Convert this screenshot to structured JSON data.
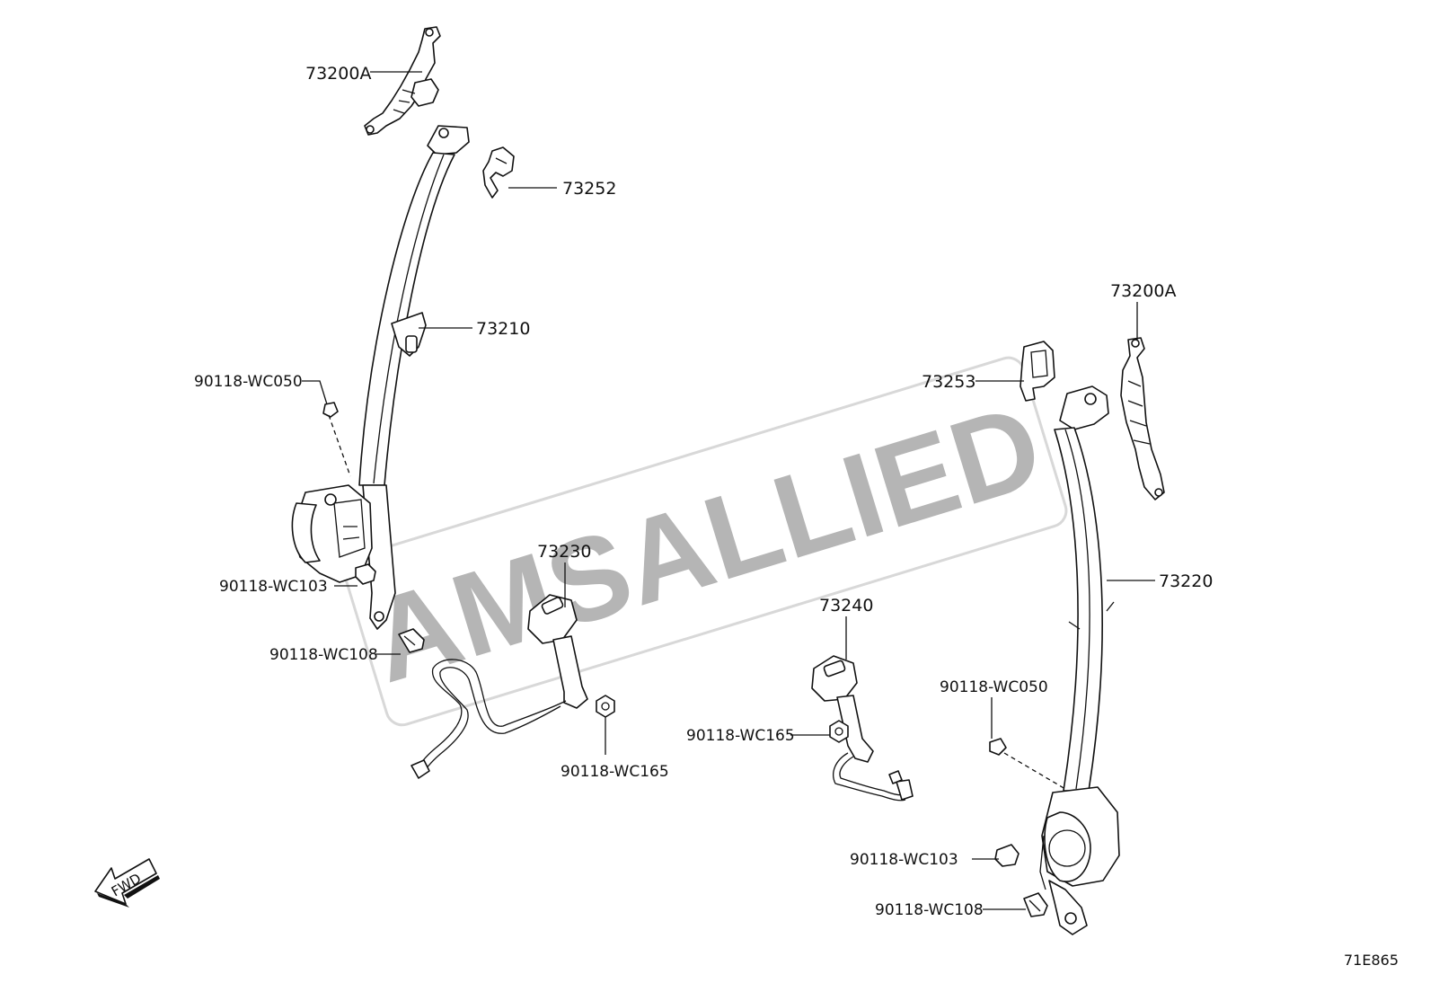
{
  "watermark": "AMSALLIED",
  "diagram_id": "71E865",
  "fwd_label": "FWD",
  "labels": {
    "l73200A_left": "73200A",
    "l73252": "73252",
    "l73210": "73210",
    "l90118_WC050_left": "90118-WC050",
    "l90118_WC103_left": "90118-WC103",
    "l90118_WC108_left": "90118-WC108",
    "l73230": "73230",
    "l90118_WC165_left": "90118-WC165",
    "l73240": "73240",
    "l90118_WC165_mid": "90118-WC165",
    "l73200A_right": "73200A",
    "l73253": "73253",
    "l73220": "73220",
    "l90118_WC050_right": "90118-WC050",
    "l90118_WC103_right": "90118-WC103",
    "l90118_WC108_right": "90118-WC108"
  }
}
